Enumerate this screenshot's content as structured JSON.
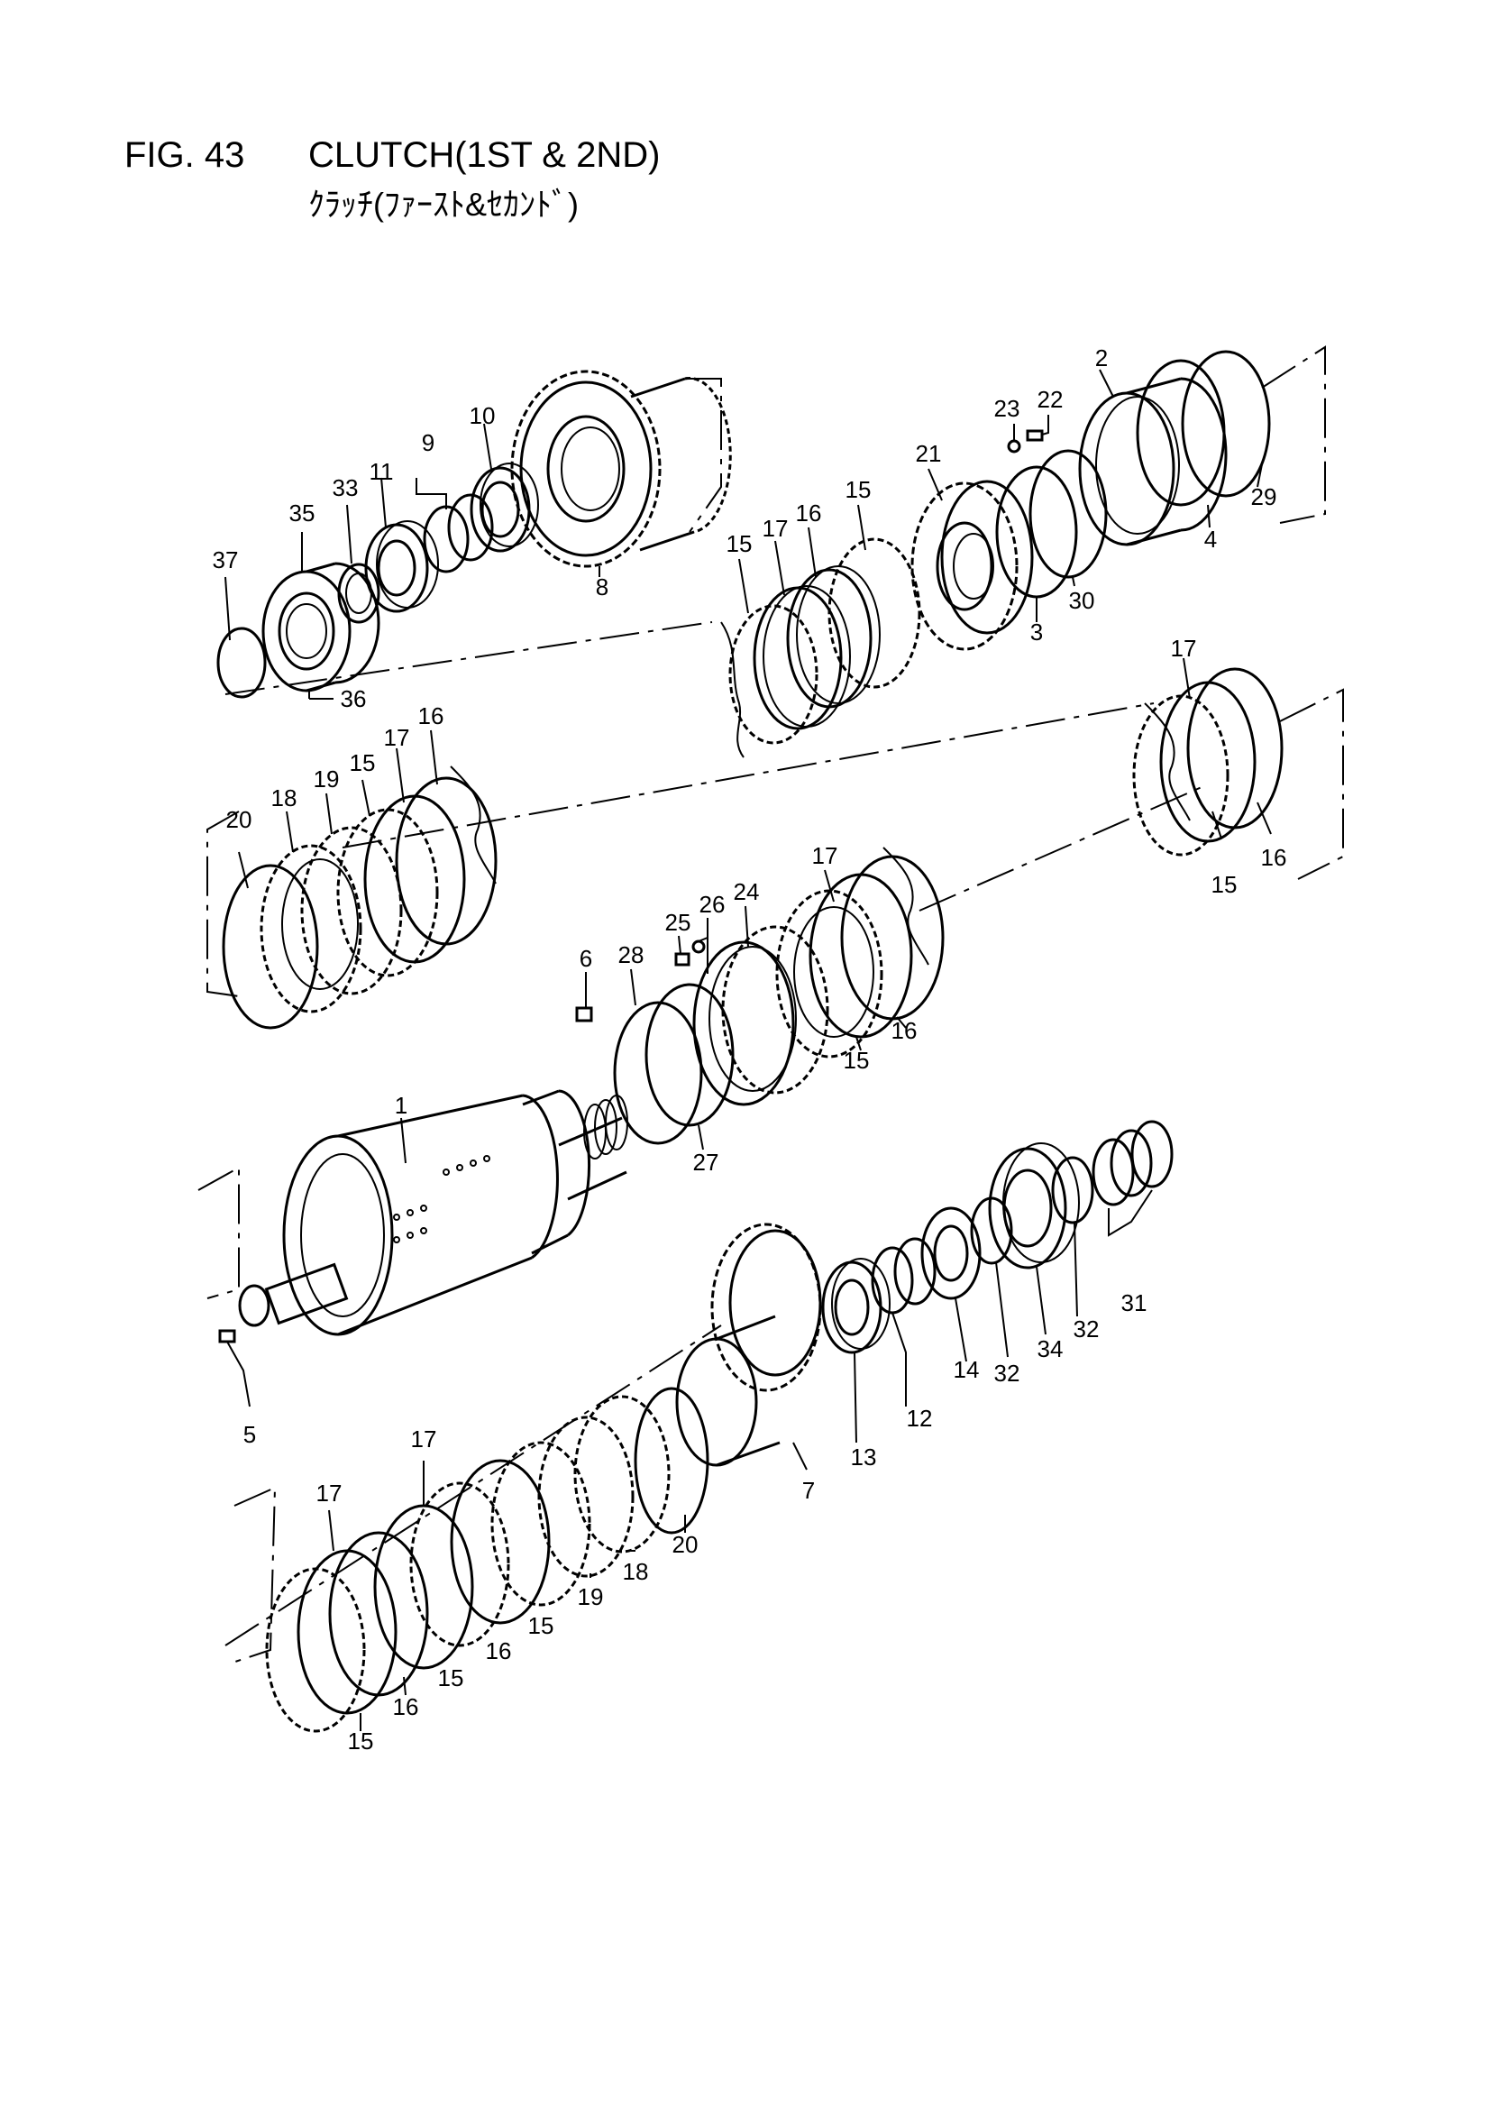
{
  "figure": {
    "number": "FIG. 43",
    "title": "CLUTCH(1ST & 2ND)",
    "subtitle": "ｸﾗｯﾁ(ﾌｧｰｽﾄ&ｾｶﾝﾄﾞ)"
  },
  "callouts": [
    {
      "id": "c37",
      "label": "37"
    },
    {
      "id": "c35",
      "label": "35"
    },
    {
      "id": "c33",
      "label": "33"
    },
    {
      "id": "c11",
      "label": "11"
    },
    {
      "id": "c9",
      "label": "9"
    },
    {
      "id": "c10",
      "label": "10"
    },
    {
      "id": "c8",
      "label": "8"
    },
    {
      "id": "c36",
      "label": "36"
    },
    {
      "id": "c15a",
      "label": "15"
    },
    {
      "id": "c17a",
      "label": "17"
    },
    {
      "id": "c16a",
      "label": "16"
    },
    {
      "id": "c15b",
      "label": "15"
    },
    {
      "id": "c21",
      "label": "21"
    },
    {
      "id": "c23",
      "label": "23"
    },
    {
      "id": "c22",
      "label": "22"
    },
    {
      "id": "c2",
      "label": "2"
    },
    {
      "id": "c3",
      "label": "3"
    },
    {
      "id": "c30",
      "label": "30"
    },
    {
      "id": "c4",
      "label": "4"
    },
    {
      "id": "c29",
      "label": "29"
    },
    {
      "id": "c20a",
      "label": "20"
    },
    {
      "id": "c18a",
      "label": "18"
    },
    {
      "id": "c19a",
      "label": "19"
    },
    {
      "id": "c15c",
      "label": "15"
    },
    {
      "id": "c17b",
      "label": "17"
    },
    {
      "id": "c16b",
      "label": "16"
    },
    {
      "id": "c17c",
      "label": "17"
    },
    {
      "id": "c15d",
      "label": "15"
    },
    {
      "id": "c16c",
      "label": "16"
    },
    {
      "id": "c25",
      "label": "25"
    },
    {
      "id": "c26",
      "label": "26"
    },
    {
      "id": "c24",
      "label": "24"
    },
    {
      "id": "c28",
      "label": "28"
    },
    {
      "id": "c6",
      "label": "6"
    },
    {
      "id": "c17d",
      "label": "17"
    },
    {
      "id": "c15e",
      "label": "15"
    },
    {
      "id": "c16d",
      "label": "16"
    },
    {
      "id": "c27",
      "label": "27"
    },
    {
      "id": "c1",
      "label": "1"
    },
    {
      "id": "c5",
      "label": "5"
    },
    {
      "id": "c31",
      "label": "31"
    },
    {
      "id": "c32a",
      "label": "32"
    },
    {
      "id": "c34",
      "label": "34"
    },
    {
      "id": "c32b",
      "label": "32"
    },
    {
      "id": "c14",
      "label": "14"
    },
    {
      "id": "c12",
      "label": "12"
    },
    {
      "id": "c13",
      "label": "13"
    },
    {
      "id": "c7",
      "label": "7"
    },
    {
      "id": "c20b",
      "label": "20"
    },
    {
      "id": "c18b",
      "label": "18"
    },
    {
      "id": "c19b",
      "label": "19"
    },
    {
      "id": "c15f",
      "label": "15"
    },
    {
      "id": "c16e",
      "label": "16"
    },
    {
      "id": "c15g",
      "label": "15"
    },
    {
      "id": "c16f",
      "label": "16"
    },
    {
      "id": "c17e",
      "label": "17"
    },
    {
      "id": "c17f",
      "label": "17"
    },
    {
      "id": "c15h",
      "label": "15"
    }
  ]
}
